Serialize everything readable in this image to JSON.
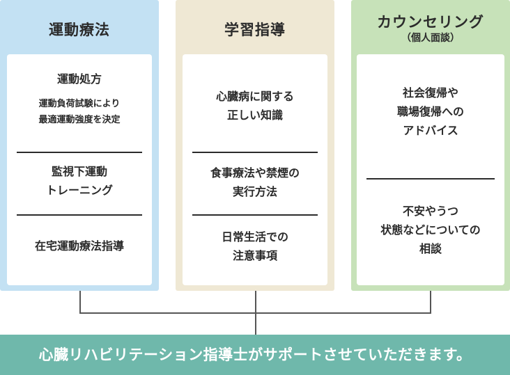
{
  "columns": [
    {
      "title": "運動療法",
      "items": [
        {
          "label": "運動処方",
          "detail": "運動負荷試験により\n最適運動強度を決定"
        },
        {
          "label": "監視下運動\nトレーニング"
        },
        {
          "label": "在宅運動療法指導"
        }
      ]
    },
    {
      "title": "学習指導",
      "items": [
        {
          "label": "心臓病に関する\n正しい知識"
        },
        {
          "label": "食事療法や禁煙の\n実行方法"
        },
        {
          "label": "日常生活での\n注意事項"
        }
      ]
    },
    {
      "title": "カウンセリング",
      "subtitle": "（個人面談）",
      "items": [
        {
          "label": "社会復帰や\n職場復帰への\nアドバイス"
        },
        {
          "label": "不安やうつ\n状態などについての\n相談"
        }
      ]
    }
  ],
  "banner": "心臓リハビリテーション指導士がサポートさせていただきます。",
  "colors": {
    "exercise": "#c3e1f3",
    "education": "#efe8d4",
    "counseling": "#c7e2b9",
    "banner": "#6fb8ab"
  }
}
